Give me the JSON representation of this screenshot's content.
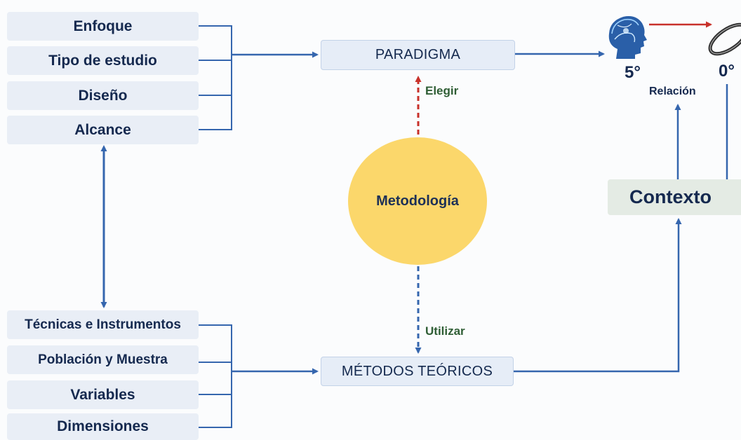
{
  "left_top_boxes": [
    "Enfoque",
    "Tipo de estudio",
    "Diseño",
    "Alcance"
  ],
  "left_bottom_boxes": [
    "Técnicas e Instrumentos",
    "Población y Muestra",
    "Variables",
    "Dimensiones"
  ],
  "paradigma": "PARADIGMA",
  "metodos": "MÉTODOS TEÓRICOS",
  "center": "Metodología",
  "edge_top": "Elegir",
  "edge_bottom": "Utilizar",
  "contexto": "Contexto",
  "relacion": "Relación",
  "head_degree": "5°",
  "ring_degree": "0°",
  "colors": {
    "line": "#3566ae",
    "dashed_red": "#c8312a",
    "circle": "#fbd76b",
    "box": "#e9eef6",
    "label_green": "#2f5e35"
  },
  "icons": {
    "head": "blue-brain-head-icon",
    "ring": "ring-icon"
  }
}
